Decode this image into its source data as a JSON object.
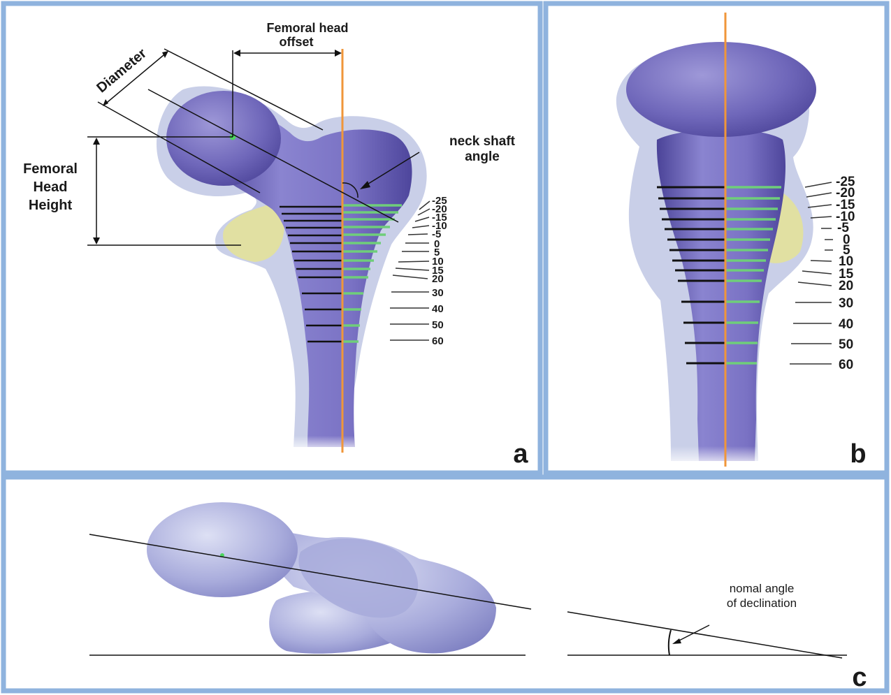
{
  "panel_a": {
    "letter": "a",
    "femoral_head_offset": [
      "Femoral head",
      "offset"
    ],
    "diameter": "Diameter",
    "neck_shaft_angle": [
      "neck shaft",
      "angle"
    ],
    "femoral_head_height": [
      "Femoral",
      "Head",
      "Height"
    ],
    "ticks": [
      "-25",
      "-20",
      "-15",
      "-10",
      "-5",
      "0",
      "5",
      "10",
      "15",
      "20",
      "30",
      "40",
      "50",
      "60"
    ]
  },
  "panel_b": {
    "letter": "b",
    "ticks": [
      "-25",
      "-20",
      "-15",
      "-10",
      "-5",
      "0",
      "5",
      "10",
      "15",
      "20",
      "30",
      "40",
      "50",
      "60"
    ]
  },
  "panel_c": {
    "letter": "c",
    "declination": [
      "nomal angle",
      "of declination"
    ]
  },
  "colors": {
    "border": "#8fb3de",
    "bone_dark": "#6b63b8",
    "bone_light": "#c9cfe8",
    "axis_line": "#f0963a",
    "green_marks": "#6fce7a",
    "cartilage": "#e1e0a2"
  }
}
